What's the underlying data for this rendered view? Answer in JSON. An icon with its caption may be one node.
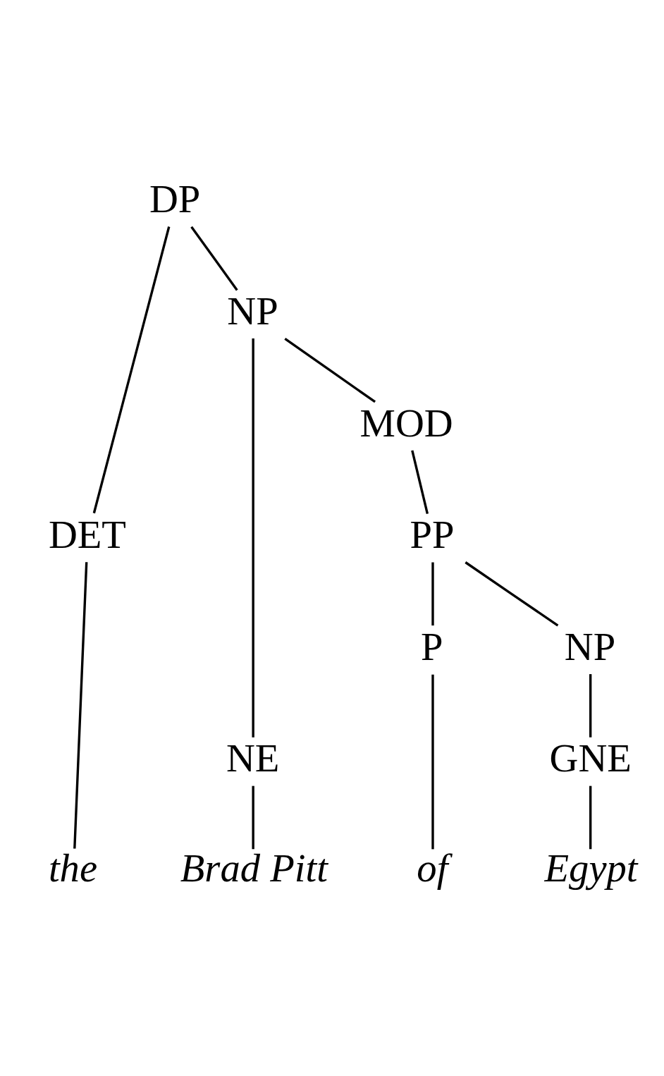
{
  "diagram": {
    "nodes": [
      {
        "text": [
          "DP"
        ]
      },
      {
        "text": [
          "DET"
        ]
      },
      {
        "text": [
          "NP"
        ]
      },
      {
        "text": [
          "NE"
        ]
      },
      {
        "text": [
          "MOD"
        ]
      },
      {
        "text": [
          "PP"
        ]
      },
      {
        "text": [
          "P"
        ]
      },
      {
        "text": [
          "NP"
        ]
      },
      {
        "text": [
          "GNE"
        ]
      },
      {
        "text": [
          "the"
        ]
      },
      {
        "text": [
          "Brad Pitt"
        ]
      },
      {
        "text": [
          "of"
        ]
      },
      {
        "text": [
          "Egypt"
        ]
      }
    ],
    "edges": [
      {
        "from": 0,
        "to": 1,
        "arrow": "none"
      },
      {
        "from": 0,
        "to": 2,
        "arrow": "none"
      },
      {
        "from": 2,
        "to": 3,
        "arrow": "none"
      },
      {
        "from": 2,
        "to": 4,
        "arrow": "none"
      },
      {
        "from": 4,
        "to": 5,
        "arrow": "none"
      },
      {
        "from": 5,
        "to": 6,
        "arrow": "none"
      },
      {
        "from": 5,
        "to": 7,
        "arrow": "none"
      },
      {
        "from": 7,
        "to": 8,
        "arrow": "none"
      },
      {
        "from": 1,
        "to": 9,
        "arrow": "none"
      },
      {
        "from": 3,
        "to": 10,
        "arrow": "none"
      },
      {
        "from": 6,
        "to": 11,
        "arrow": "none"
      },
      {
        "from": 8,
        "to": 12,
        "arrow": "none"
      }
    ]
  }
}
